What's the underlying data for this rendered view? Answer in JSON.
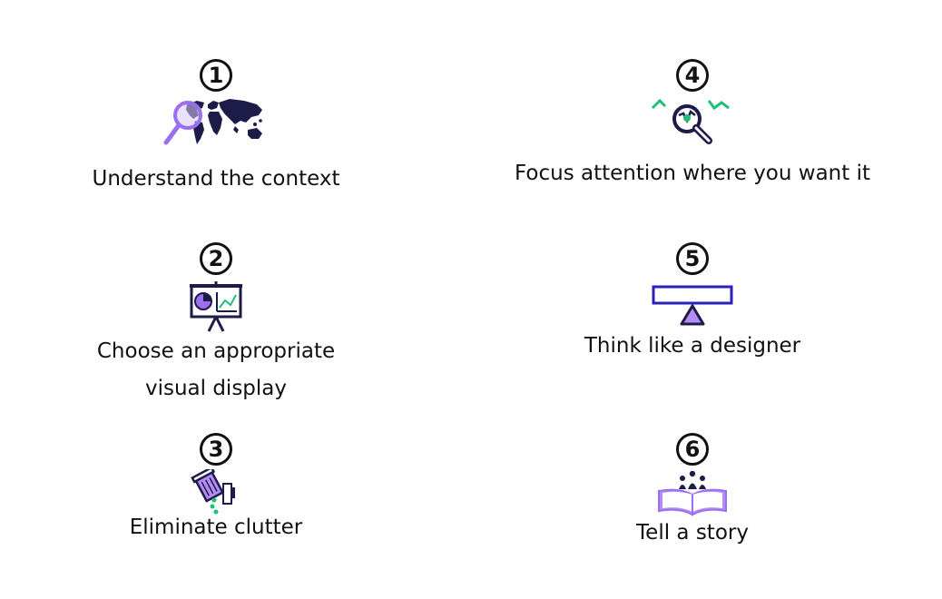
{
  "steps": [
    {
      "number": "1",
      "label": "Understand the context",
      "icon": "magnifier-world-map-icon"
    },
    {
      "number": "2",
      "label": "Choose an appropriate\nvisual display",
      "icon": "presentation-board-chart-icon"
    },
    {
      "number": "3",
      "label": "Eliminate clutter",
      "icon": "trash-can-icon"
    },
    {
      "number": "4",
      "label": "Focus attention where you want it",
      "icon": "magnifier-focus-line-icon"
    },
    {
      "number": "5",
      "label": "Think like a designer",
      "icon": "balance-seesaw-icon"
    },
    {
      "number": "6",
      "label": "Tell a story",
      "icon": "open-book-people-icon"
    }
  ],
  "colors": {
    "text": "#111111",
    "navy": "#1d1b47",
    "purple": "#9a6ff0",
    "light_purple": "#b48cf5",
    "green": "#1fbf7a",
    "blue": "#2a22b8"
  }
}
